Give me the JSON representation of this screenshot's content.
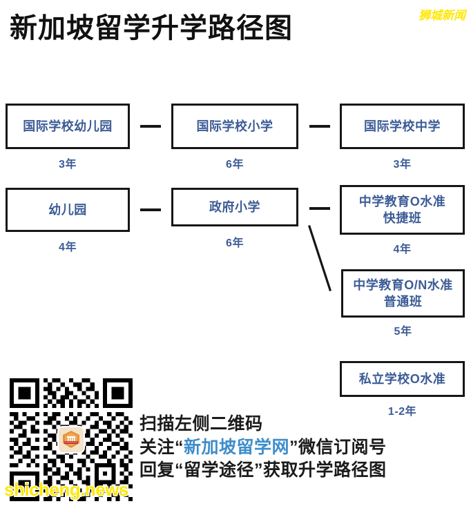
{
  "title": "新加坡留学升学路径图",
  "watermarks": {
    "top_right": "狮城新闻",
    "bottom_left": "shicheng.news"
  },
  "colors": {
    "node_text": "#3c5c96",
    "node_border": "#161616",
    "title": "#111111",
    "highlight": "#3e8ecb",
    "watermark": "#ffe800"
  },
  "flow": {
    "rows": [
      {
        "id": "international-track",
        "nodes": [
          {
            "label": "国际学校幼儿园",
            "years": "3年"
          },
          {
            "label": "国际学校小学",
            "years": "6年"
          },
          {
            "label": "国际学校中学",
            "years": "3年"
          }
        ]
      },
      {
        "id": "government-track",
        "nodes": [
          {
            "label": "幼儿园",
            "years": "4年"
          },
          {
            "label": "政府小学",
            "years": "6年"
          },
          {
            "label_line1": "中学教育O水准",
            "label_line2": "快捷班",
            "years": "4年"
          }
        ]
      }
    ],
    "branch_node": {
      "label_line1": "中学教育O/N水准",
      "label_line2": "普通班",
      "years": "5年"
    },
    "private_node": {
      "label": "私立学校O水准",
      "years": "1-2年"
    }
  },
  "cta": {
    "line1": "扫描左侧二维码",
    "line2_prefix": "关注“",
    "line2_highlight": "新加坡留学网",
    "line2_suffix": "”微信订阅号",
    "line3": "回复“留学途径”获取升学路径图"
  }
}
